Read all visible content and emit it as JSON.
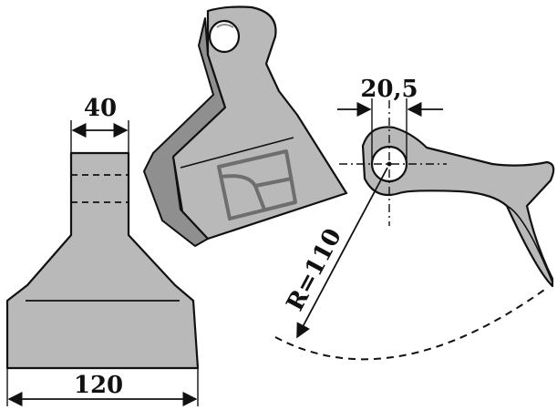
{
  "dimensions": {
    "top_width": "40",
    "bottom_width": "120",
    "hole_diameter": "20,5",
    "radius": "R=110"
  },
  "colors": {
    "part_fill": "#b9b9b9",
    "part_shade": "#8f8f8f",
    "part_light": "#d6d6d6",
    "outline": "#111111",
    "logo": "#6e6e6e",
    "background": "#ffffff"
  }
}
